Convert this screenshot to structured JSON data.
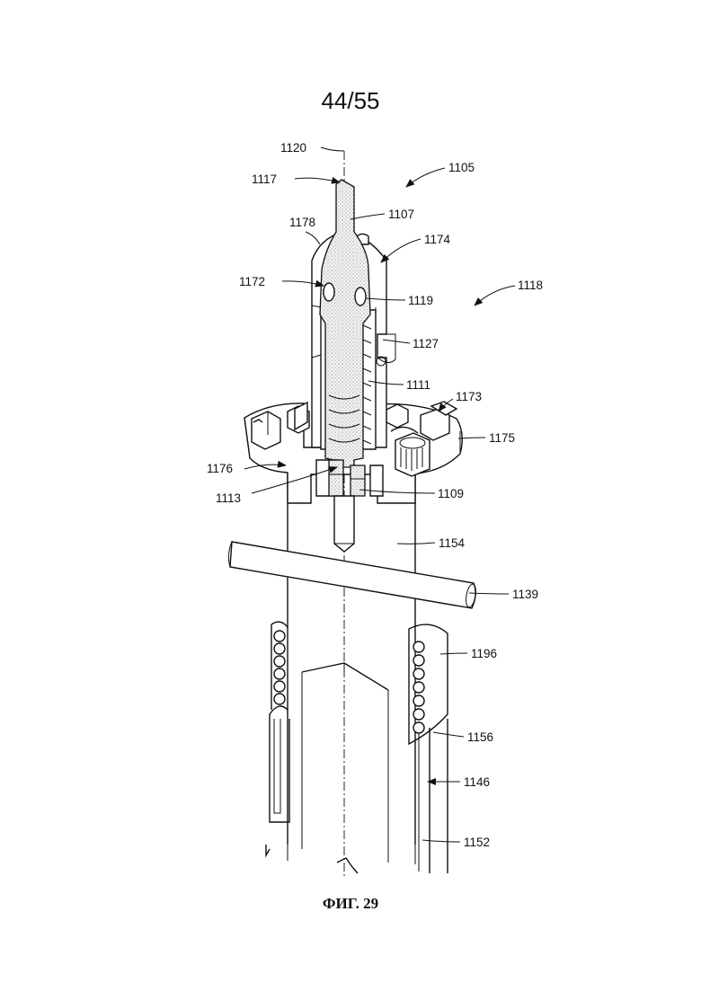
{
  "page": {
    "number": "44/55",
    "caption": "ФИГ. 29"
  },
  "labels": {
    "l1120": "1120",
    "l1117": "1117",
    "l1105": "1105",
    "l1107": "1107",
    "l1178": "1178",
    "l1174": "1174",
    "l1172": "1172",
    "l1119": "1119",
    "l1118": "1118",
    "l1127": "1127",
    "l1111": "1111",
    "l1173": "1173",
    "l1175": "1175",
    "l1176": "1176",
    "l1113": "1113",
    "l1109": "1109",
    "l1154": "1154",
    "l1139": "1139",
    "l1196": "1196",
    "l1156": "1156",
    "l1146": "1146",
    "l1152": "1152"
  }
}
